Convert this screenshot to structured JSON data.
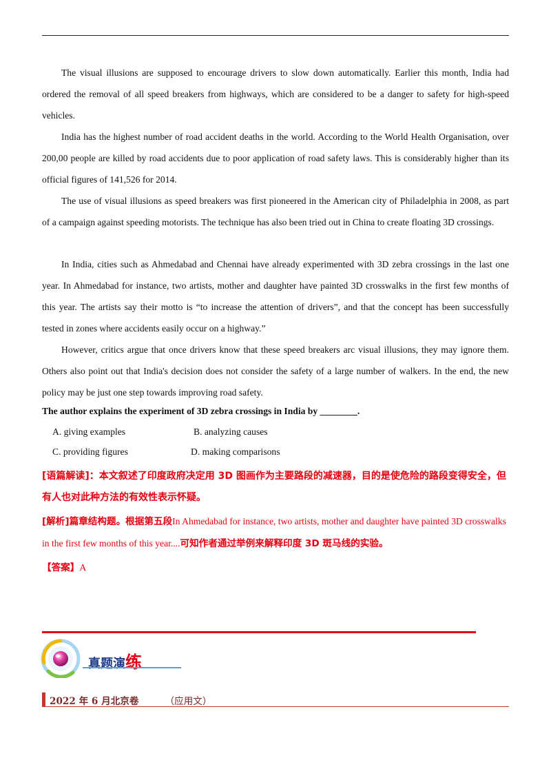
{
  "passage": {
    "p1": "The visual illusions  are supposed to encourage drivers to slow down automatically. Earlier this month, India had ordered the removal of all speed breakers from highways, which are considered to be a danger to safety for high-speed vehicles.",
    "p2": "India has the highest number of road accident deaths in the world. According to the World Health Organisation, over 200,00 people are killed by road accidents due to poor application of road safety laws. This is considerably higher than its official figures of 141,526 for 2014.",
    "p3": "The use of visual illusions as speed breakers was first pioneered in the American city of Philadelphia in 2008, as part of a campaign against speeding motorists. The technique has also been tried out in China to create floating 3D crossings.",
    "p4": "In India, cities such as Ahmedabad and Chennai have already experimented with 3D zebra crossings in the last one year. In Ahmedabad for instance, two artists, mother and daughter have painted 3D crosswalks in the first few months of this year. The artists say their motto is “to increase the attention of drivers”, and that the concept has been successfully tested in zones where accidents easily occur on a highway.”",
    "p5": "However, critics argue that once drivers know that these speed breakers arc visual illusions, they may ignore them. Others also point out that India's decision does not consider the safety of a large number of walkers. In the end, the new policy may be just one step towards improving road safety."
  },
  "question": {
    "stem": "The author explains the experiment of 3D zebra crossings in India by  ________.",
    "options": {
      "A": "A.  giving examples",
      "B": "B. analyzing  causes",
      "C": "C.  providing figures",
      "D": "D.  making comparisons"
    }
  },
  "explanation": {
    "reading": "[语篇解读]：本文叙述了印度政府决定用 3D 图画作为主要路段的减速器，目的是使危险的路段变得安全，但有人也对此种方法的有效性表示怀疑。",
    "analysis_label": "[解析]篇章结构题。根据第五段",
    "analysis_quote": "In Ahmedabad for instance, two artists, mother and daughter have painted 3D crosswalks in the first few months of this year....",
    "analysis_conclusion": "可知作者通过举例来解释印度 3D 斑马线的实验。",
    "answer_label": "【答案】",
    "answer_value": "A"
  },
  "section": {
    "title_main": "真题演",
    "title_accent": "练",
    "year_label": "2022 年 6 月北京卷",
    "type_label": "（应用文）"
  },
  "colors": {
    "accent_red": "#e60012",
    "title_blue": "#1f3c88",
    "rule_brown": "#c0392b"
  }
}
